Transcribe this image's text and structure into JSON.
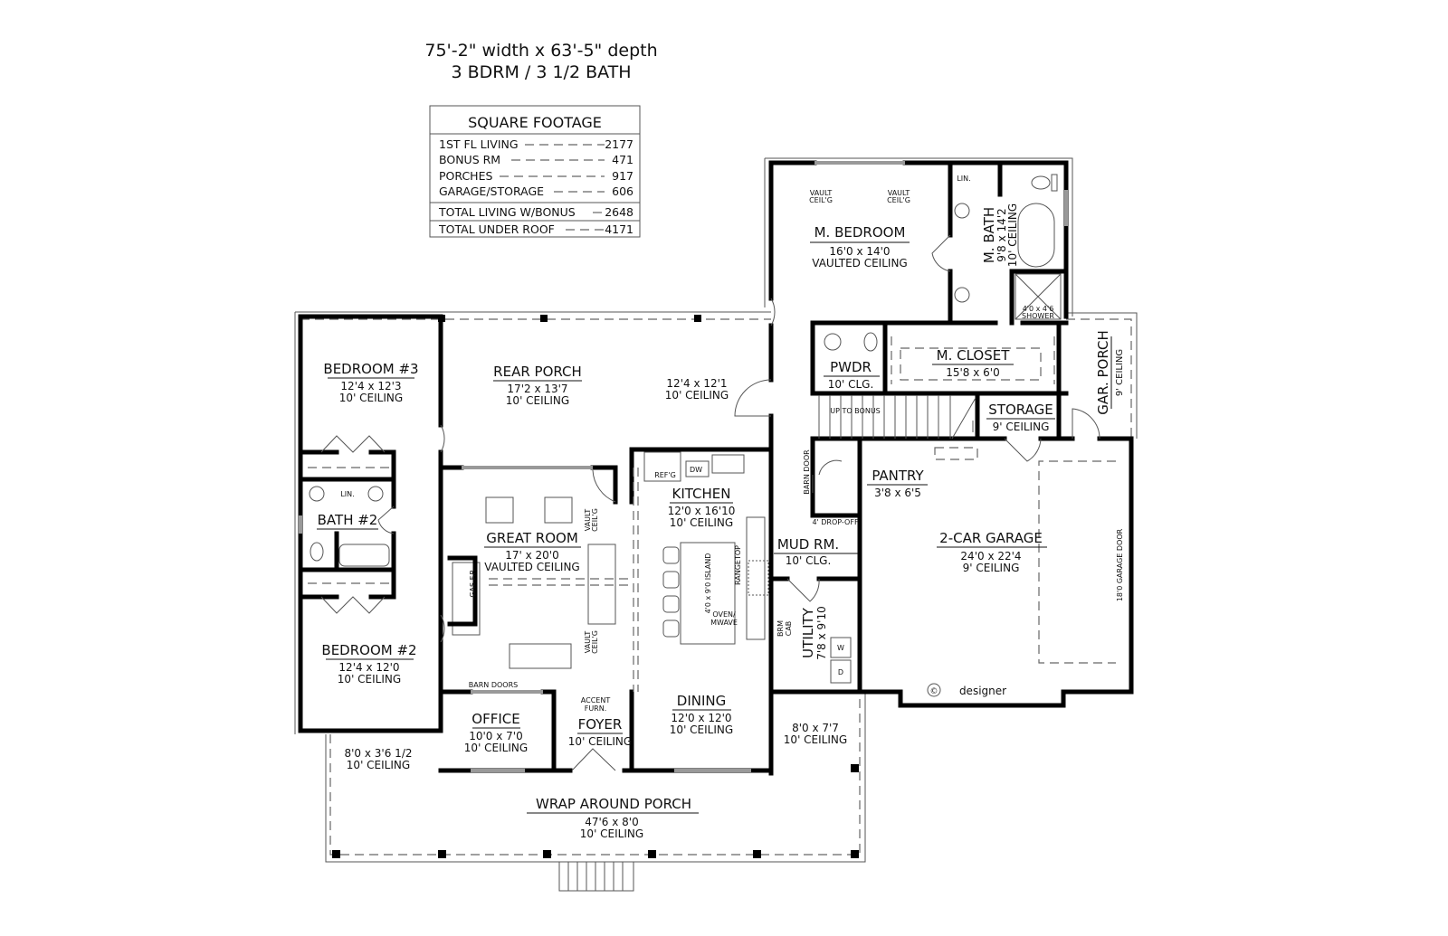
{
  "header": {
    "dimensions": "75'-2\" width x 63'-5\" depth",
    "bed_bath": "3 BDRM / 3 1/2 BATH"
  },
  "square_footage": {
    "title": "SQUARE FOOTAGE",
    "rows": [
      {
        "label": "1ST FL LIVING",
        "value": "2177"
      },
      {
        "label": "BONUS RM",
        "value": "471"
      },
      {
        "label": "PORCHES",
        "value": "917"
      },
      {
        "label": "GARAGE/STORAGE",
        "value": "606"
      },
      {
        "label": "TOTAL LIVING W/BONUS",
        "value": "2648"
      },
      {
        "label": "TOTAL UNDER ROOF",
        "value": "4171"
      }
    ]
  },
  "rooms": {
    "m_bedroom": {
      "name": "M. BEDROOM",
      "size": "16'0 x 14'0",
      "ceiling": "VAULTED CEILING"
    },
    "m_bath": {
      "name": "M. BATH",
      "size": "9'8 x 14'2",
      "ceiling": "10' CEILING"
    },
    "m_closet": {
      "name": "M. CLOSET",
      "size": "15'8 x 6'0"
    },
    "pwdr": {
      "name": "PWDR",
      "ceiling": "10' CLG."
    },
    "storage": {
      "name": "STORAGE",
      "ceiling": "9' CEILING"
    },
    "gar_porch": {
      "name": "GAR. PORCH",
      "ceiling": "9' CEILING"
    },
    "rear_porch": {
      "name": "REAR PORCH",
      "size": "17'2 x 13'7",
      "ceiling": "10' CEILING"
    },
    "rear_porch_side": {
      "size": "12'4 x 12'1",
      "ceiling": "10' CEILING"
    },
    "bedroom3": {
      "name": "BEDROOM #3",
      "size": "12'4 x 12'3",
      "ceiling": "10' CEILING"
    },
    "bath2": {
      "name": "BATH #2"
    },
    "great_room": {
      "name": "GREAT ROOM",
      "size": "17' x 20'0",
      "ceiling": "VAULTED CEILING"
    },
    "kitchen": {
      "name": "KITCHEN",
      "size": "12'0 x 16'10",
      "ceiling": "10' CEILING"
    },
    "pantry": {
      "name": "PANTRY",
      "size": "3'8 x 6'5"
    },
    "mud_room": {
      "name": "MUD RM.",
      "ceiling": "10' CLG."
    },
    "garage": {
      "name": "2-CAR GARAGE",
      "size": "24'0 x 22'4",
      "ceiling": "9' CEILING"
    },
    "utility": {
      "name": "UTILITY",
      "size": "7'8 x 9'10"
    },
    "bedroom2": {
      "name": "BEDROOM #2",
      "size": "12'4 x 12'0",
      "ceiling": "10' CEILING"
    },
    "office": {
      "name": "OFFICE",
      "size": "10'0 x 7'0",
      "ceiling": "10' CEILING"
    },
    "foyer": {
      "name": "FOYER",
      "ceiling": "10' CEILING"
    },
    "dining": {
      "name": "DINING",
      "size": "12'0 x 12'0",
      "ceiling": "10' CEILING"
    },
    "side_porch": {
      "size": "8'0 x 7'7",
      "ceiling": "10' CEILING"
    },
    "front_left_porch": {
      "size": "8'0 x 3'6 1/2",
      "ceiling": "10' CEILING"
    },
    "wrap_porch": {
      "name": "WRAP AROUND PORCH",
      "size": "47'6 x 8'0",
      "ceiling": "10' CEILING"
    }
  },
  "notes": {
    "vault_1": "VAULT",
    "vault_2": "CEIL'G",
    "lin": "LIN.",
    "shower_size": "4'0 x 4'6",
    "shower": "SHOWER",
    "up_to_bonus": "UP TO BONUS",
    "barn_door": "BARN DOOR",
    "drop_off": "4' DROP-OFF",
    "refg": "REF'G",
    "dw": "DW",
    "rangetop": "RANGETOP",
    "oven_1": "OVEN/",
    "oven_2": "MWAVE",
    "island": "4'0 x 9'0 ISLAND",
    "gas_fp": "GAS F.P.",
    "brm": "BRM",
    "cab": "CAB",
    "washer": "W",
    "dryer": "D",
    "barn_doors": "BARN DOORS",
    "accent_1": "ACCENT",
    "accent_2": "FURN.",
    "garage_door": "18'0 GARAGE DOOR",
    "copyright": "©",
    "designer": "designer"
  }
}
